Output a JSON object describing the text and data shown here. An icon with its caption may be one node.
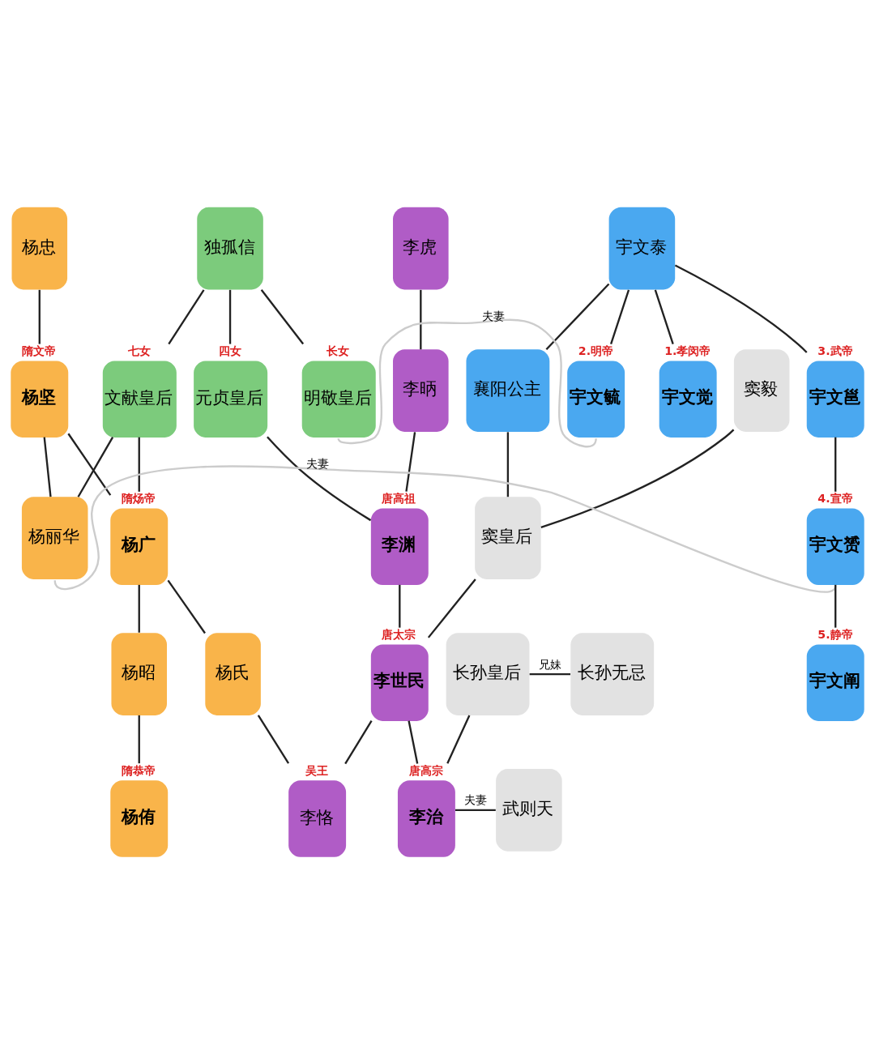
{
  "diagram": {
    "nodes": [
      {
        "text": [
          "杨忠"
        ]
      },
      {
        "text": [
          "李虎"
        ]
      },
      {
        "text": [
          "独孤信"
        ]
      },
      {
        "text": [
          "宇文泰"
        ]
      },
      {
        "text": [
          "杨坚"
        ],
        "beside": [
          "隋文帝"
        ]
      },
      {
        "text": [
          "文献皇后"
        ],
        "beside": [
          "七女"
        ]
      },
      {
        "text": [
          "李昞"
        ]
      },
      {
        "text": [
          "元贞皇后"
        ],
        "beside": [
          "四女"
        ]
      },
      {
        "text": [
          "明敬皇后"
        ],
        "beside": [
          "长女"
        ]
      },
      {
        "text": [
          "窦毅"
        ]
      },
      {
        "text": [
          "襄阳公主"
        ]
      },
      {
        "text": [
          "宇文邕"
        ],
        "beside": [
          "3.武帝"
        ]
      },
      {
        "text": [
          "宇文毓"
        ],
        "beside": [
          "2.明帝"
        ]
      },
      {
        "text": [
          "宇文觉"
        ],
        "beside": [
          "1.孝闵帝"
        ]
      },
      {
        "text": [
          "杨广"
        ],
        "beside": [
          "隋炀帝"
        ]
      },
      {
        "text": [
          "杨丽华"
        ]
      },
      {
        "text": [
          "李渊"
        ],
        "beside": [
          "唐高祖"
        ]
      },
      {
        "text": [
          "窦皇后"
        ]
      },
      {
        "text": [
          "宇文赟"
        ],
        "beside": [
          "4.宣帝"
        ]
      },
      {
        "text": [
          "杨昭"
        ]
      },
      {
        "text": [
          "杨氏"
        ]
      },
      {
        "text": [
          "李世民"
        ],
        "beside": [
          "唐太宗"
        ]
      },
      {
        "text": [
          "长孙皇后"
        ]
      },
      {
        "text": [
          "长孙无忌"
        ]
      },
      {
        "text": [
          "宇文阐"
        ],
        "beside": [
          "5.静帝"
        ]
      },
      {
        "text": [
          "杨侑"
        ],
        "beside": [
          "隋恭帝"
        ]
      },
      {
        "text": [
          "李恪"
        ],
        "beside": [
          "吴王"
        ]
      },
      {
        "text": [
          "李治"
        ],
        "beside": [
          "唐高宗"
        ]
      },
      {
        "text": [
          "武则天"
        ]
      }
    ],
    "edges": [
      {
        "from": 0,
        "to": 4,
        "arrow": "none"
      },
      {
        "from": 2,
        "to": 5,
        "arrow": "none"
      },
      {
        "from": 1,
        "to": 6,
        "arrow": "none"
      },
      {
        "from": 2,
        "to": 7,
        "arrow": "none"
      },
      {
        "from": 2,
        "to": 8,
        "arrow": "none"
      },
      {
        "from": 3,
        "to": 10,
        "arrow": "none"
      },
      {
        "from": 3,
        "to": 11,
        "arrow": "none"
      },
      {
        "from": 3,
        "to": 12,
        "arrow": "none"
      },
      {
        "from": 3,
        "to": 13,
        "arrow": "none"
      },
      {
        "from": 8,
        "to": 12,
        "arrow": "none",
        "label": "夫妻",
        "color": "#cccccc"
      },
      {
        "from": 4,
        "to": 14,
        "arrow": "none"
      },
      {
        "from": 5,
        "to": 14,
        "arrow": "none"
      },
      {
        "from": 4,
        "to": 15,
        "arrow": "none"
      },
      {
        "from": 5,
        "to": 15,
        "arrow": "none"
      },
      {
        "from": 6,
        "to": 16,
        "arrow": "none"
      },
      {
        "from": 7,
        "to": 16,
        "arrow": "none"
      },
      {
        "from": 9,
        "to": 17,
        "arrow": "none"
      },
      {
        "from": 10,
        "to": 17,
        "arrow": "none"
      },
      {
        "from": 11,
        "to": 18,
        "arrow": "none"
      },
      {
        "from": 15,
        "to": 18,
        "arrow": "none",
        "label": "夫妻",
        "color": "#cccccc"
      },
      {
        "from": 14,
        "to": 19,
        "arrow": "none"
      },
      {
        "from": 14,
        "to": 20,
        "arrow": "none"
      },
      {
        "from": 16,
        "to": 21,
        "arrow": "none"
      },
      {
        "from": 17,
        "to": 21,
        "arrow": "none"
      },
      {
        "from": 18,
        "to": 24,
        "arrow": "none"
      },
      {
        "from": 22,
        "to": 23,
        "arrow": "none",
        "label": "兄妹"
      },
      {
        "from": 19,
        "to": 25,
        "arrow": "none"
      },
      {
        "from": 20,
        "to": 26,
        "arrow": "none"
      },
      {
        "from": 21,
        "to": 26,
        "arrow": "none"
      },
      {
        "from": 21,
        "to": 27,
        "arrow": "none"
      },
      {
        "from": 22,
        "to": 27,
        "arrow": "none"
      },
      {
        "from": 27,
        "to": 28,
        "arrow": "none",
        "label": "夫妻"
      }
    ]
  }
}
